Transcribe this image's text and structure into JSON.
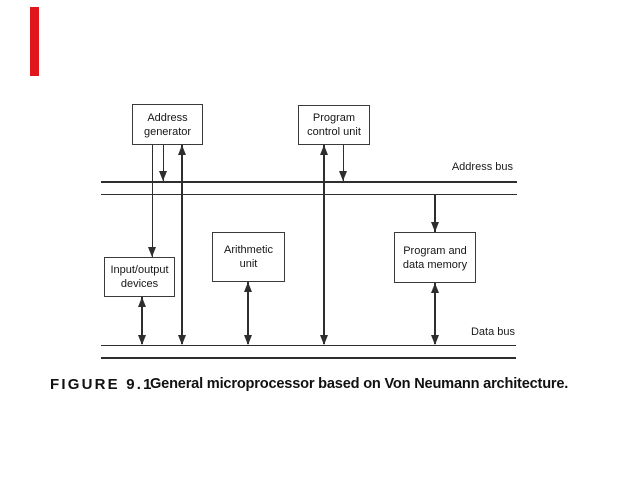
{
  "figure": {
    "boxes": [
      {
        "lines": [
          "Address",
          "generator"
        ]
      },
      {
        "lines": [
          "Program",
          "control unit"
        ]
      },
      {
        "lines": [
          "Arithmetic",
          "unit"
        ]
      },
      {
        "lines": [
          "Input/output",
          "devices"
        ]
      },
      {
        "lines": [
          "Program and",
          "data memory"
        ]
      }
    ],
    "labels": {
      "address_bus": "Address bus",
      "data_bus": "Data bus"
    },
    "caption": {
      "label": "FIGURE 9.1",
      "text": "General microprocessor based on Von Neumann architecture."
    },
    "colors": {
      "line": "#2e2e2e",
      "text": "#161616",
      "red_marker": "#e0161c",
      "background": "#ffffff"
    }
  }
}
